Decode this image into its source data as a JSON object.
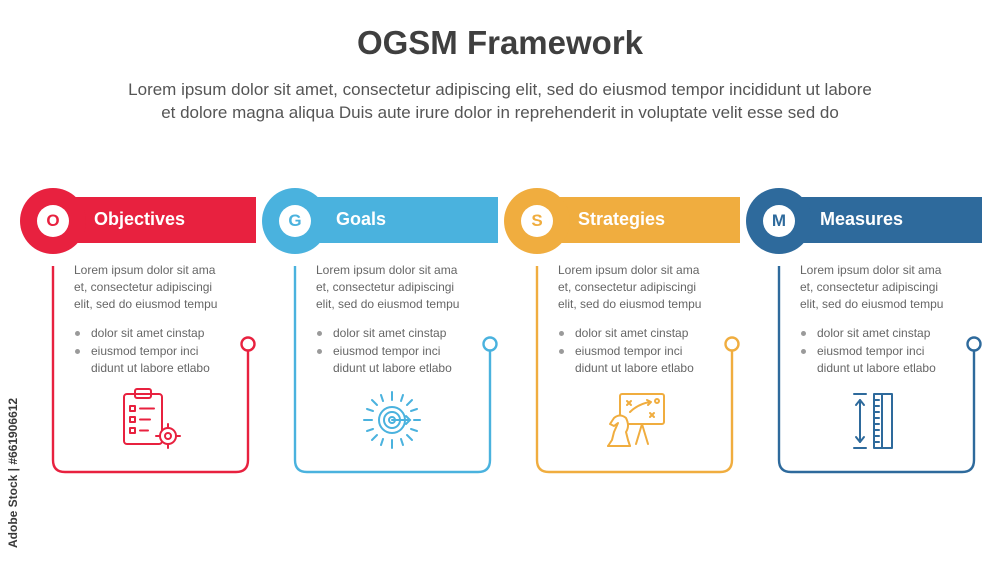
{
  "title": "OGSM Framework",
  "subtitle_line1": "Lorem ipsum dolor sit amet, consectetur adipiscing elit, sed do eiusmod tempor incididunt ut labore",
  "subtitle_line2": "et dolore magna aliqua Duis aute irure dolor in reprehenderit in voluptate velit esse sed do",
  "cards": [
    {
      "letter": "O",
      "title": "Objectives",
      "color": "#e8213f",
      "desc_lines": [
        "Lorem ipsum dolor sit ama",
        "et, consectetur adipiscingi",
        "elit, sed do eiusmod tempu"
      ],
      "bullets": [
        "dolor sit amet cinstap",
        "eiusmod tempor inci",
        "didunt ut labore etlabo"
      ],
      "icon": "clipboard-target-icon"
    },
    {
      "letter": "G",
      "title": "Goals",
      "color": "#4ab2de",
      "desc_lines": [
        "Lorem ipsum dolor sit ama",
        "et, consectetur adipiscingi",
        "elit, sed do eiusmod tempu"
      ],
      "bullets": [
        "dolor sit amet cinstap",
        "eiusmod tempor inci",
        "didunt ut labore etlabo"
      ],
      "icon": "bullseye-target-icon"
    },
    {
      "letter": "S",
      "title": "Strategies",
      "color": "#f0ad3f",
      "desc_lines": [
        "Lorem ipsum dolor sit ama",
        "et, consectetur adipiscingi",
        "elit, sed do eiusmod tempu"
      ],
      "bullets": [
        "dolor sit amet cinstap",
        "eiusmod tempor inci",
        "didunt ut labore etlabo"
      ],
      "icon": "chess-strategy-board-icon"
    },
    {
      "letter": "M",
      "title": "Measures",
      "color": "#2e6a9c",
      "desc_lines": [
        "Lorem ipsum dolor sit ama",
        "et, consectetur adipiscingi",
        "elit, sed do eiusmod tempu"
      ],
      "bullets": [
        "dolor sit amet cinstap",
        "eiusmod tempor inci",
        "didunt ut labore etlabo"
      ],
      "icon": "ruler-measure-icon"
    }
  ],
  "watermark": "Adobe Stock | #661906612"
}
